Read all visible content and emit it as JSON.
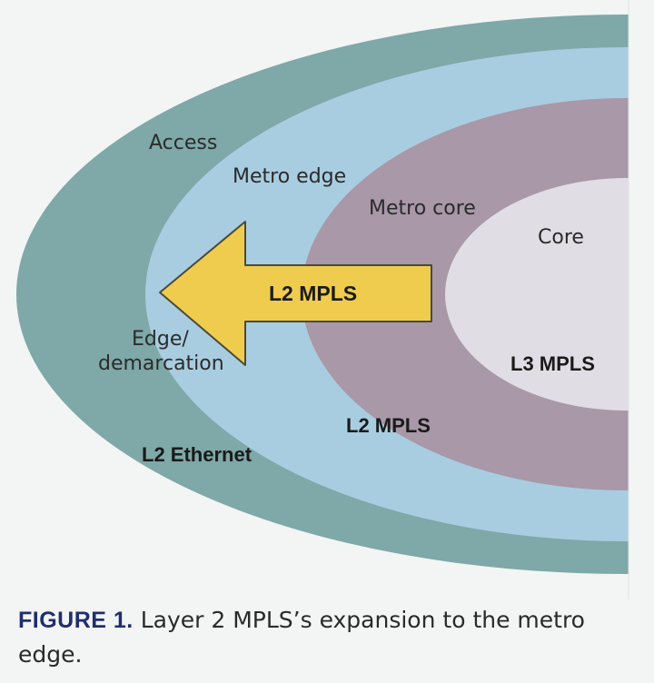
{
  "rings": {
    "access": {
      "label": "Access",
      "color": "#7fa8a8"
    },
    "metro_edge": {
      "label": "Metro edge",
      "color": "#a9cde0"
    },
    "metro_core": {
      "label": "Metro core",
      "color": "#a898a8"
    },
    "core": {
      "label": "Core",
      "color": "#e0dee4"
    }
  },
  "labels": {
    "edge_line1": "Edge/",
    "edge_line2": "demarcation",
    "arrow_label": "L2 MPLS",
    "l3_mpls": "L3 MPLS",
    "l2_mpls": "L2 MPLS",
    "l2_ethernet": "L2 Ethernet"
  },
  "arrow": {
    "color": "#f0cc4e",
    "stroke": "#4a4a3a"
  },
  "caption": {
    "figure": "FIGURE 1.",
    "text": "Layer 2 MPLS’s expansion to the metro edge."
  }
}
